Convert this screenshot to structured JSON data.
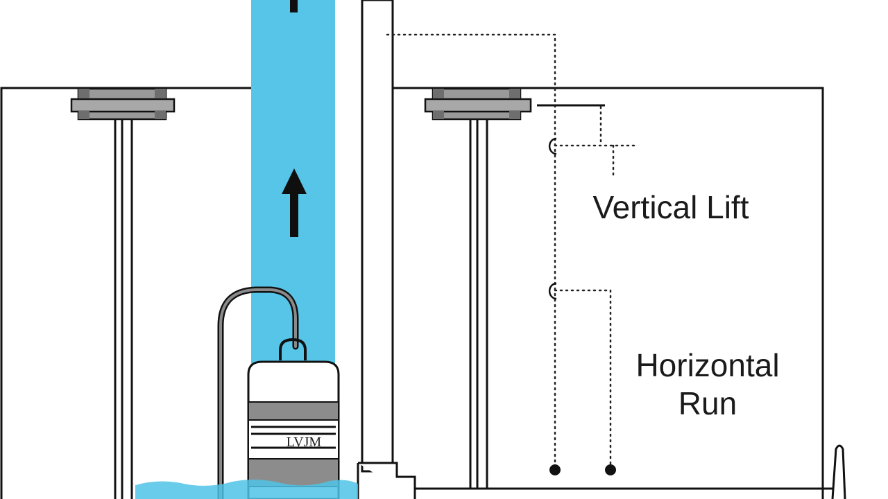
{
  "labels": {
    "vertical_lift": "Vertical Lift",
    "horizontal_run_line1": "Horizontal",
    "horizontal_run_line2": "Run",
    "pump_marking": "LVJM"
  },
  "colors": {
    "water": "#4fc3e6",
    "water_light": "#5bc8ea",
    "outline": "#111111",
    "flange": "#9a9a9a",
    "flange_dark": "#6e6e6e",
    "pump_band": "#8c8c8c"
  },
  "icons": {
    "flow_arrow": "arrow-up-icon"
  }
}
